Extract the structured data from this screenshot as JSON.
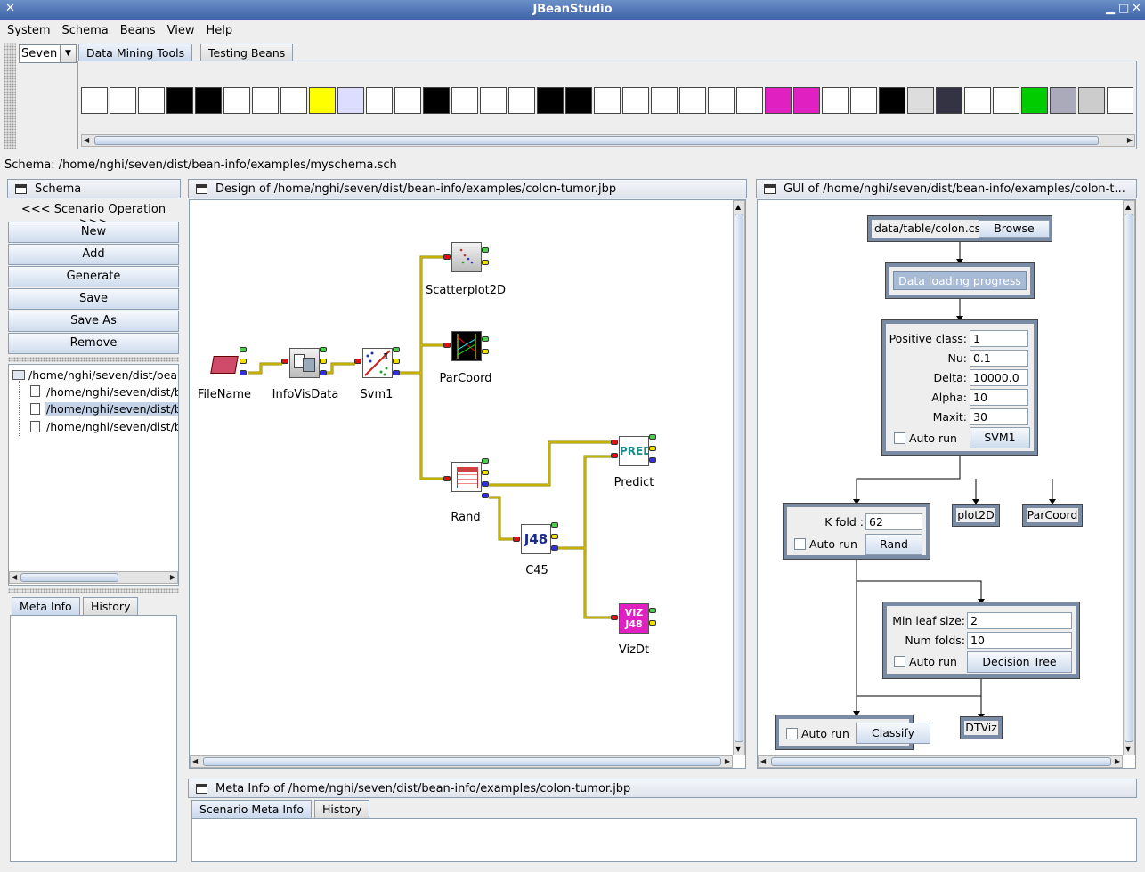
{
  "window": {
    "title": "JBeanStudio"
  },
  "menu": [
    "System",
    "Schema",
    "Beans",
    "View",
    "Help"
  ],
  "toolbar": {
    "combo_value": "Seven",
    "tabs": [
      "Data Mining Tools",
      "Testing Beans"
    ],
    "palette_icons": [
      "folder-icon",
      "infovis-icon",
      "calendar-icon",
      "pca-icon",
      "fda-icon",
      "afc-icon",
      "svm-icon",
      "bar-icon",
      "bn-icon",
      "knn-icon",
      "j48-icon",
      "lr-icon",
      "lmt-icon",
      "scatter-icon",
      "scatter2-icon",
      "scatter3-icon",
      "ada-icon",
      "bag-icon",
      "rf-icon",
      "pred-icon",
      "viz-icon",
      "em-icon",
      "histogram-icon",
      "ar-icon",
      "vizj48-icon",
      "vizbnd-icon",
      "plot-icon",
      "axes-icon",
      "parcoord-icon",
      "matrix-icon",
      "grid-icon",
      "tree-icon",
      "heatmap-icon",
      "color-icon",
      "graph-icon",
      "table-icon",
      "lle-icon"
    ]
  },
  "schema_path": "Schema: /home/nghi/seven/dist/bean-info/examples/myschema.sch",
  "schema_panel": {
    "title": "Schema",
    "scenario_header": "<<< Scenario Operation >>>",
    "buttons": [
      "New",
      "Add",
      "Generate",
      "Save",
      "Save As",
      "Remove"
    ],
    "tree": [
      "/home/nghi/seven/dist/bean",
      "/home/nghi/seven/dist/b",
      "/home/nghi/seven/dist/b",
      "/home/nghi/seven/dist/b"
    ],
    "tabs": [
      "Meta Info",
      "History"
    ]
  },
  "design_panel": {
    "title": "Design of /home/nghi/seven/dist/bean-info/examples/colon-tumor.jbp",
    "nodes": {
      "filename": "FileName",
      "infovis": "InfoVisData",
      "svm": "Svm1",
      "scatter": "Scatterplot2D",
      "parcoord": "ParCoord",
      "rand": "Rand",
      "predict": "Predict",
      "c45": "C45",
      "vizdt": "VizDt"
    },
    "icons": {
      "svm": "1",
      "j48": "J48",
      "pred": "PRED",
      "viz": "VIZ J48"
    }
  },
  "gui_panel": {
    "title": "GUI of /home/nghi/seven/dist/bean-info/examples/colon-t...",
    "file_field": "data/table/colon.csv",
    "browse": "Browse",
    "progress": "Data loading progress",
    "svm": {
      "labels": [
        "Positive class:",
        "Nu:",
        "Delta:",
        "Alpha:",
        "Maxit:"
      ],
      "values": [
        "1",
        "0.1",
        "10000.0",
        "10",
        "30"
      ],
      "autorun": "Auto run",
      "button": "SVM1"
    },
    "plot2d": "plot2D",
    "parcoord": "ParCoord",
    "rand": {
      "label": "K fold :",
      "value": "62",
      "autorun": "Auto run",
      "button": "Rand"
    },
    "tree": {
      "labels": [
        "Min leaf size:",
        "Num folds:"
      ],
      "values": [
        "2",
        "10"
      ],
      "autorun": "Auto run",
      "button": "Decision Tree"
    },
    "classify": {
      "autorun": "Auto run",
      "button": "Classify"
    },
    "dtviz": "DTViz"
  },
  "meta_panel": {
    "title": "Meta Info of /home/nghi/seven/dist/bean-info/examples/colon-tumor.jbp",
    "tabs": [
      "Scenario Meta Info",
      "History"
    ]
  }
}
